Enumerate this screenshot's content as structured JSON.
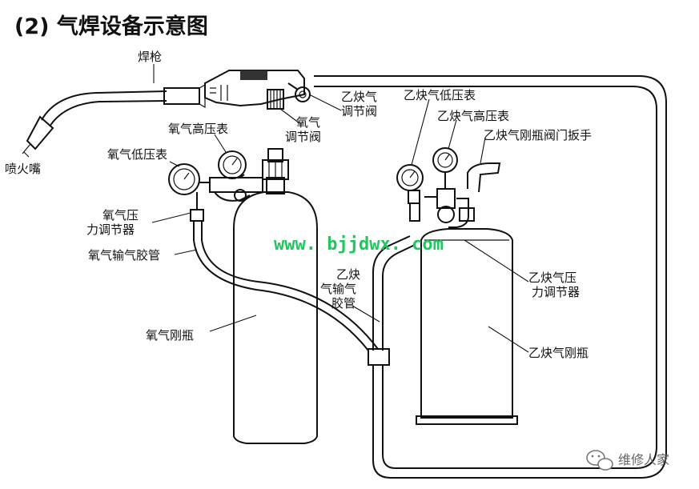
{
  "title": "(2) 气焊设备示意图",
  "watermark": "www. bjjdwx. com",
  "brand": "维修人家",
  "colors": {
    "watermark": "#22c55e",
    "line": "#111111",
    "brand": "#666666"
  },
  "labels": {
    "torch": "焊枪",
    "nozzle": "喷火嘴",
    "acetylene_valve_1": "乙炔气",
    "acetylene_valve_2": "调节阀",
    "oxygen_valve_1": "氧气",
    "oxygen_valve_2": "调节阀",
    "oxygen_high_gauge": "氧气高压表",
    "oxygen_low_gauge": "氧气低压表",
    "oxygen_regulator_1": "氧气压",
    "oxygen_regulator_2": "力调节器",
    "oxygen_hose": "氧气输气胶管",
    "oxygen_cylinder": "氧气刚瓶",
    "acetylene_low_gauge": "乙炔气低压表",
    "acetylene_high_gauge": "乙炔气高压表",
    "acetylene_wrench": "乙炔气刚瓶阀门扳手",
    "acetylene_hose_1": "乙炔",
    "acetylene_hose_2": "气输气",
    "acetylene_hose_3": "胶管",
    "acetylene_regulator_1": "乙炔气压",
    "acetylene_regulator_2": "力调节器",
    "acetylene_cylinder": "乙炔气刚瓶"
  }
}
